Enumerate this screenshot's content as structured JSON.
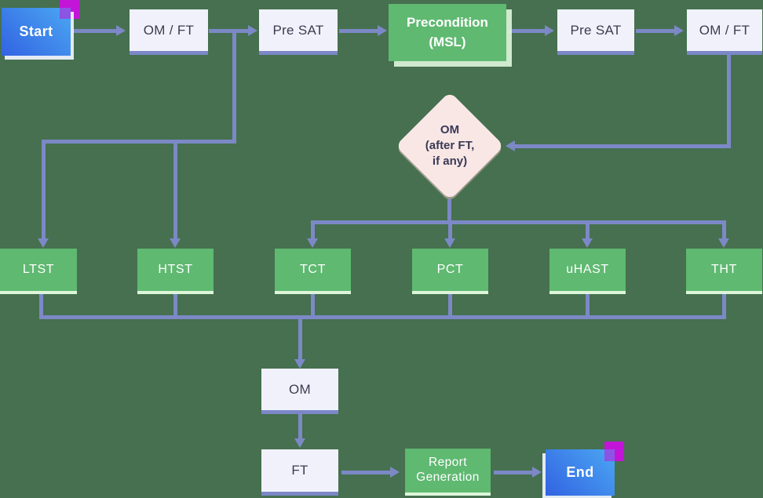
{
  "diagram": {
    "type": "flowchart",
    "nodes": {
      "start": {
        "label": "Start",
        "kind": "terminal"
      },
      "om_ft_1": {
        "label": "OM / FT",
        "kind": "process"
      },
      "pre_sat_1": {
        "label": "Pre SAT",
        "kind": "process"
      },
      "precondition": {
        "lines": [
          "Precondition",
          "(MSL)"
        ],
        "kind": "highlight"
      },
      "pre_sat_2": {
        "label": "Pre SAT",
        "kind": "process"
      },
      "om_ft_2": {
        "label": "OM / FT",
        "kind": "process"
      },
      "decision": {
        "lines": [
          "OM",
          "(after FT,",
          "if any)"
        ],
        "kind": "decision"
      },
      "ltst": {
        "label": "LTST",
        "kind": "test"
      },
      "htst": {
        "label": "HTST",
        "kind": "test"
      },
      "tct": {
        "label": "TCT",
        "kind": "test"
      },
      "pct": {
        "label": "PCT",
        "kind": "test"
      },
      "uhast": {
        "label": "uHAST",
        "kind": "test"
      },
      "tht": {
        "label": "THT",
        "kind": "test"
      },
      "om": {
        "label": "OM",
        "kind": "process"
      },
      "ft": {
        "label": "FT",
        "kind": "process"
      },
      "report": {
        "lines": [
          "Report",
          "Generation"
        ],
        "kind": "highlight"
      },
      "end": {
        "label": "End",
        "kind": "terminal"
      }
    },
    "edges": [
      "start->om_ft_1",
      "om_ft_1->pre_sat_1",
      "pre_sat_1->precondition",
      "precondition->pre_sat_2",
      "pre_sat_2->om_ft_2",
      "om_ft_2->decision",
      "om_ft_1->ltst",
      "om_ft_1->htst",
      "decision->tct",
      "decision->pct",
      "decision->uhast",
      "decision->tht",
      "ltst->om",
      "htst->om",
      "tct->om",
      "pct->om",
      "uhast->om",
      "tht->om",
      "om->ft",
      "ft->report",
      "report->end"
    ]
  },
  "colors": {
    "background": "#46704F",
    "connector": "#7C89C6",
    "process_box_bg": "#F1F1FB",
    "process_box_edge": "#7B87C7",
    "green_box_bg": "#5FB971",
    "green_box_edge": "#DDF6DA",
    "decision_bg": "#F9E7E6",
    "terminal_gradient_start": "#4BA7F3",
    "terminal_gradient_end": "#3263E2",
    "accent_magenta": "#C315D8",
    "text_dark": "#3C3C50",
    "text_light": "#FFFFFF"
  }
}
